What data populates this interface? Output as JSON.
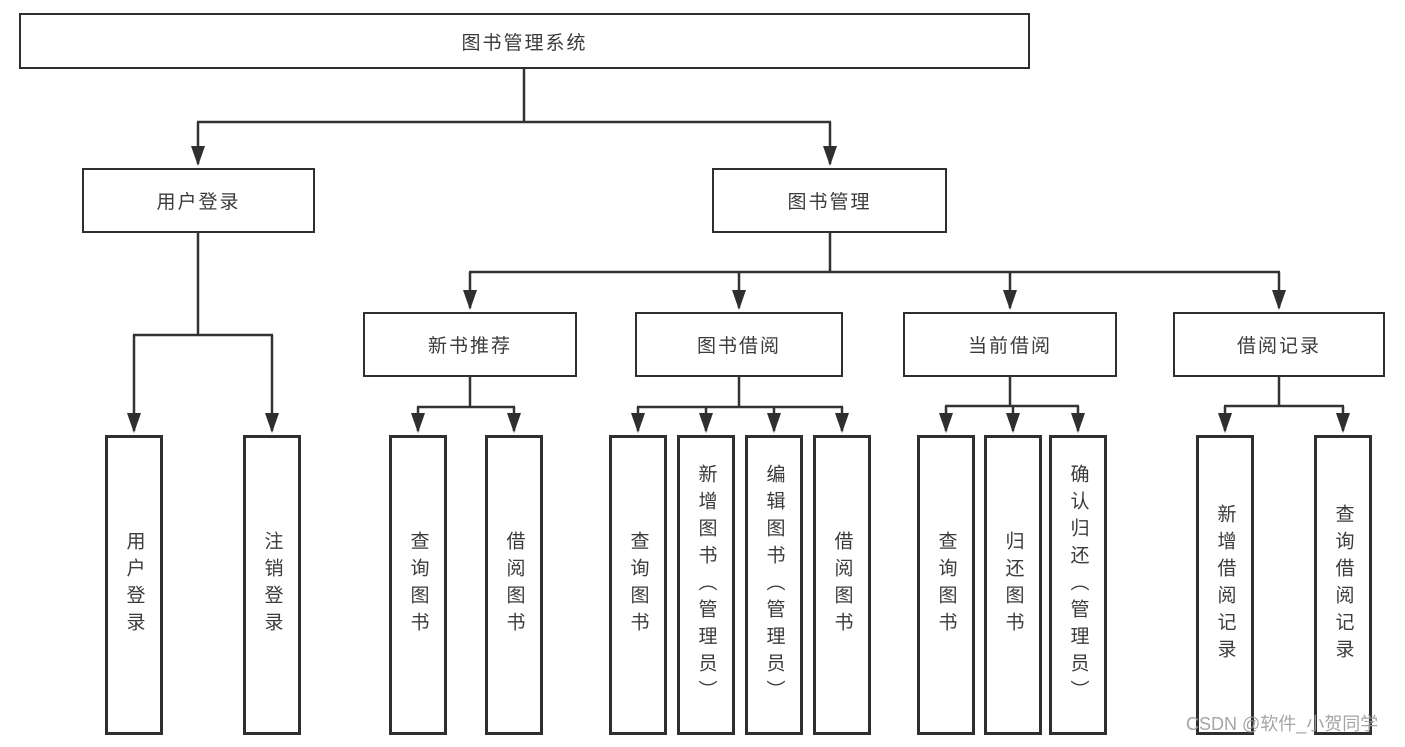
{
  "colors": {
    "line": "#333333",
    "box_border": "#2f2f2f",
    "text": "#3b3b3b",
    "background": "#ffffff",
    "watermark": "#9c9c9c"
  },
  "watermark": {
    "text": "CSDN @软件_小贺同学"
  },
  "tree": {
    "label": "图书管理系统",
    "children": [
      {
        "label": "用户登录",
        "children": [
          {
            "label": "用户登录"
          },
          {
            "label": "注销登录"
          }
        ]
      },
      {
        "label": "图书管理",
        "children": [
          {
            "label": "新书推荐",
            "children": [
              {
                "label": "查询图书"
              },
              {
                "label": "借阅图书"
              }
            ]
          },
          {
            "label": "图书借阅",
            "children": [
              {
                "label": "查询图书"
              },
              {
                "label": "新增图书（管理员）"
              },
              {
                "label": "编辑图书（管理员）"
              },
              {
                "label": "借阅图书"
              }
            ]
          },
          {
            "label": "当前借阅",
            "children": [
              {
                "label": "查询图书"
              },
              {
                "label": "归还图书"
              },
              {
                "label": "确认归还（管理员）"
              }
            ]
          },
          {
            "label": "借阅记录",
            "children": [
              {
                "label": "新增借阅记录"
              },
              {
                "label": "查询借阅记录"
              }
            ]
          }
        ]
      }
    ]
  }
}
